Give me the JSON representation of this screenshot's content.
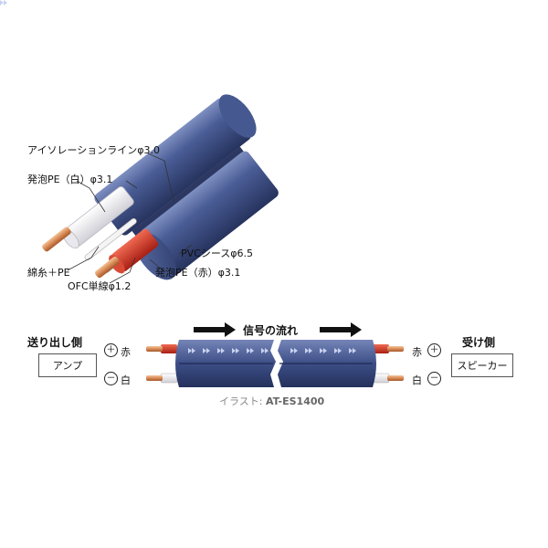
{
  "cross_section": {
    "isolation_line": "アイソレーションラインφ3.0",
    "foam_pe_white": "発泡PE（白）φ3.1",
    "cotton_pe": "綿糸＋PE",
    "ofc_wire": "OFC単線φ1.2",
    "pvc_sheath": "PVCシースφ6.5",
    "foam_pe_red": "発泡PE（赤）φ3.1"
  },
  "connection": {
    "send_side_title": "送り出し側",
    "send_device": "アンプ",
    "receive_side_title": "受け側",
    "receive_device": "スピーカー",
    "plus_symbol": "＋",
    "minus_symbol": "－",
    "red_label": "赤",
    "white_label": "白",
    "signal_flow": "信号の流れ",
    "credit_prefix": "イラスト:",
    "credit_model": "AT-ES1400"
  },
  "colors": {
    "sheath": "#3d4f84",
    "sheath_light": "#8b9bc8",
    "red_insulation": "#d33a2a",
    "white_insulation": "#f2f2f2",
    "copper": "#d98a55"
  }
}
